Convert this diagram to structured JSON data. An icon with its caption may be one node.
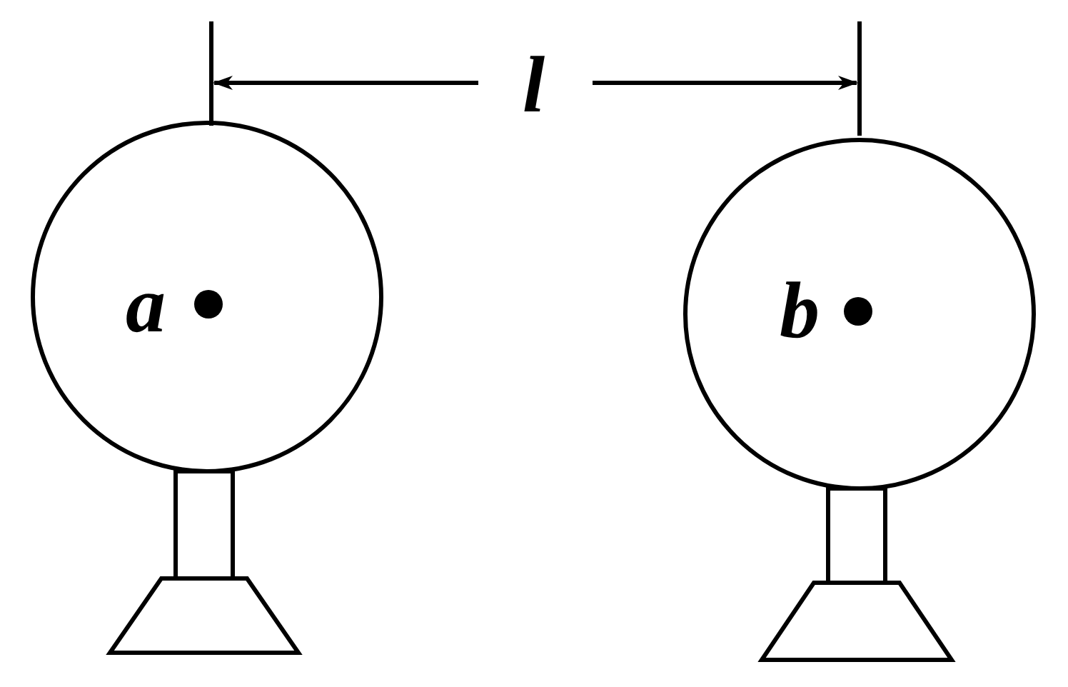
{
  "diagram": {
    "nodes": [
      {
        "text": [
          "a"
        ]
      },
      {
        "text": [
          "b"
        ]
      }
    ],
    "labels": [
      "l"
    ]
  }
}
